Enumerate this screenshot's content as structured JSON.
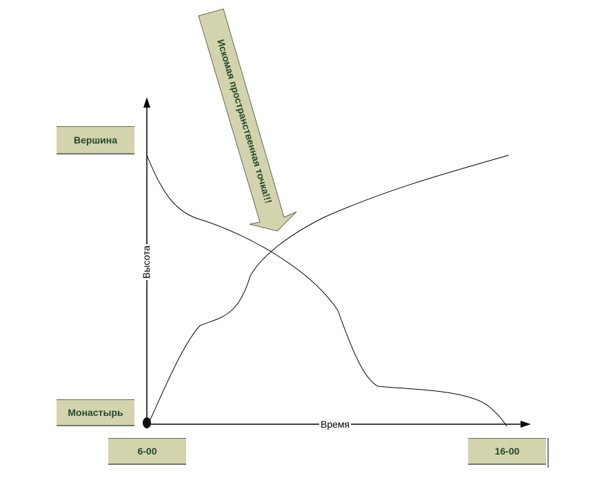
{
  "diagram": {
    "y_axis_label": "Высота",
    "x_axis_label": "Время",
    "top_label": "Вершина",
    "bottom_label": "Монастырь",
    "start_time": "6-00",
    "end_time": "16-00",
    "callout": "Искомая пространственная точка!!!",
    "colors": {
      "box_fill": "#d3d3ad",
      "text": "#1f4a2a",
      "line": "#000000"
    }
  }
}
